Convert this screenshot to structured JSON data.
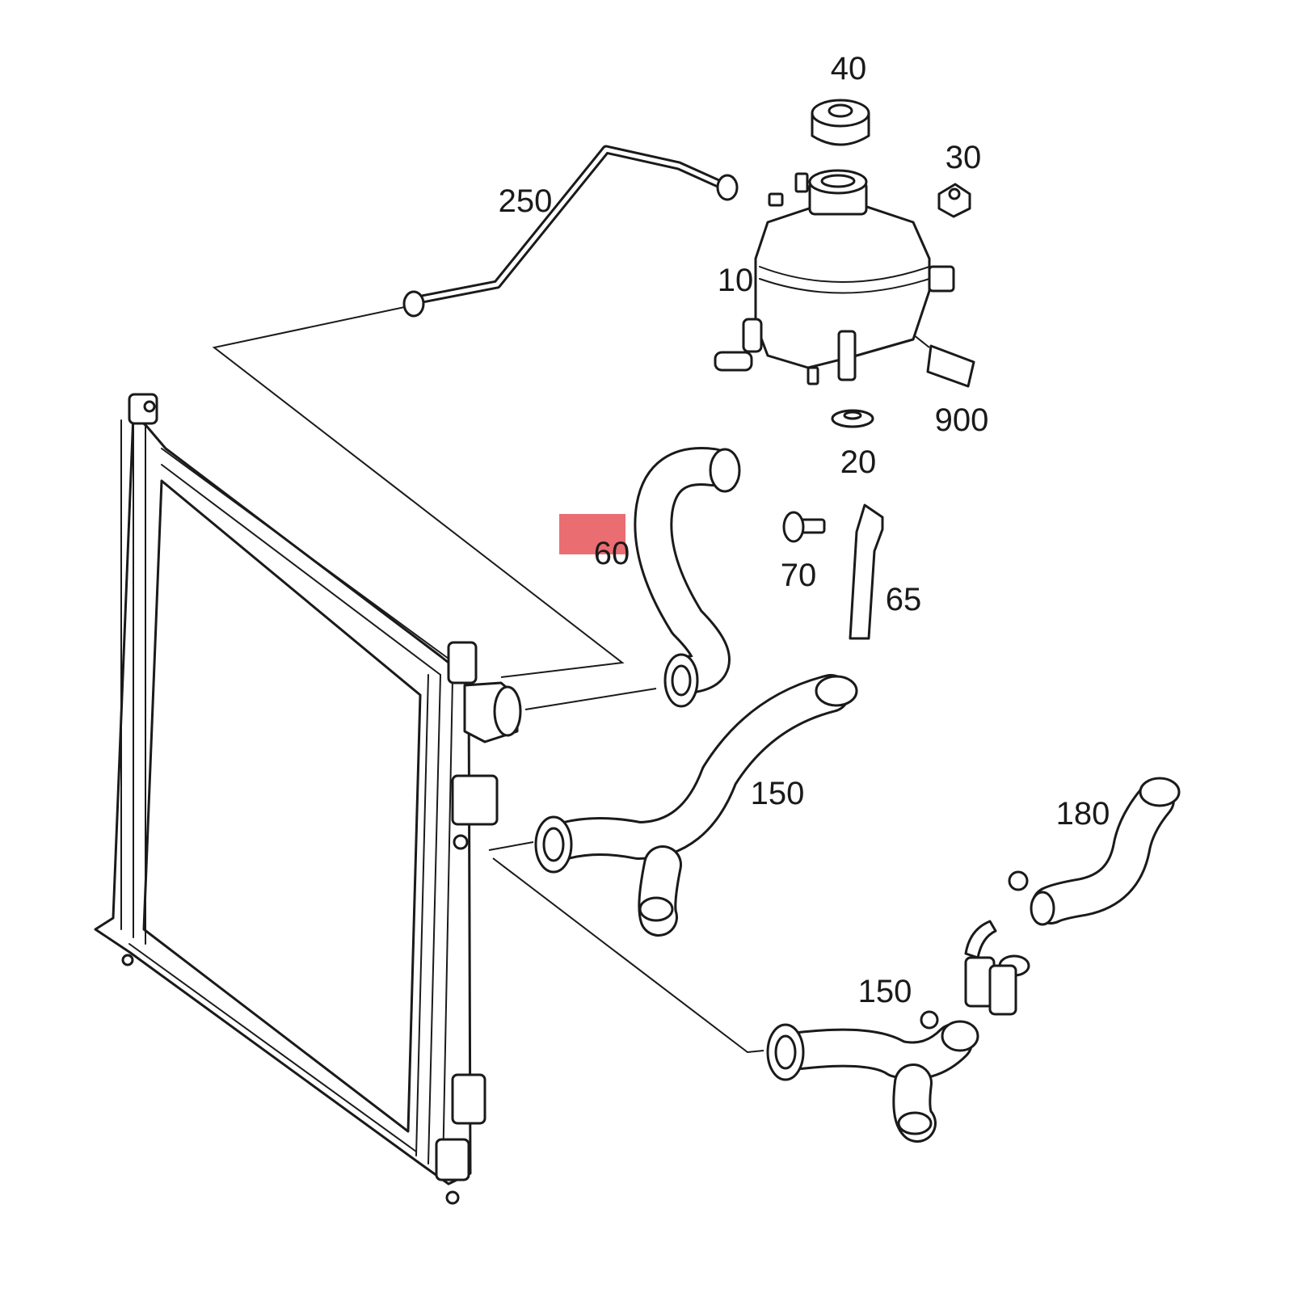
{
  "colors": {
    "line": "#1a1a1a",
    "highlight": "#ea6d72",
    "background": "#ffffff"
  },
  "labels": {
    "p40": "40",
    "p30": "30",
    "p250": "250",
    "p10": "10",
    "p900": "900",
    "p20": "20",
    "p60": "60",
    "p70": "70",
    "p65": "65",
    "p150a": "150",
    "p180": "180",
    "p150b": "150"
  }
}
